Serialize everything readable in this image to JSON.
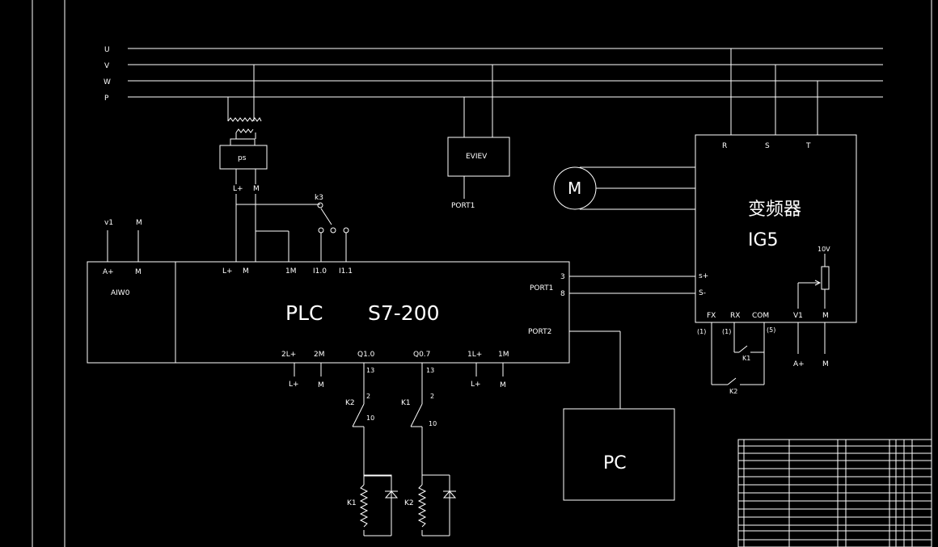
{
  "bus": {
    "u": "U",
    "v": "V",
    "w": "W",
    "p": "P"
  },
  "ps": {
    "label": "ps",
    "out_pos": "L+",
    "out_neg": "M"
  },
  "hmi": {
    "label": "EVIEV",
    "port": "PORT1"
  },
  "motor": {
    "label": "M"
  },
  "vfd": {
    "title": "变频器",
    "model": "IG5",
    "terminals": {
      "r": "R",
      "s": "S",
      "t": "T"
    },
    "s_plus": "s+",
    "s_minus": "S-",
    "fx": "FX",
    "rx": "RX",
    "com": "COM",
    "v1": "V1",
    "m": "M",
    "pot": "10V",
    "n1": "(1)",
    "n2": "(1)",
    "n5": "(5)",
    "k1": "K1",
    "k2": "K2",
    "a_plus": "A+",
    "a_m": "M"
  },
  "plc": {
    "title": "PLC",
    "model": "S7-200",
    "top": {
      "lplus": "L+",
      "m": "M",
      "one_m": "1M",
      "i10": "I1.0",
      "i11": "I1.1"
    },
    "port1": "PORT1",
    "pin3": "3",
    "pin8": "8",
    "port2": "PORT2",
    "bottom": {
      "twolp": "2L+",
      "twom": "2M",
      "q10": "Q1.0",
      "q07": "Q0.7",
      "onelp": "1L+",
      "onem": "1M"
    },
    "bottom_ext": {
      "lp1": "L+",
      "m1": "M",
      "lp2": "L+",
      "m2": "M"
    }
  },
  "analog": {
    "header_v1": "v1",
    "header_m": "M",
    "a_plus": "A+",
    "m": "M",
    "module": "AIW0"
  },
  "k3": "k3",
  "relays": {
    "r1_pin13": "13",
    "r1_pin2": "2",
    "r1_pin10": "10",
    "r1_contact": "K2",
    "r1_coil": "K1",
    "r2_pin13": "13",
    "r2_pin2": "2",
    "r2_pin10": "10",
    "r2_contact": "K1",
    "r2_coil": "K2"
  },
  "pc": {
    "label": "PC"
  }
}
